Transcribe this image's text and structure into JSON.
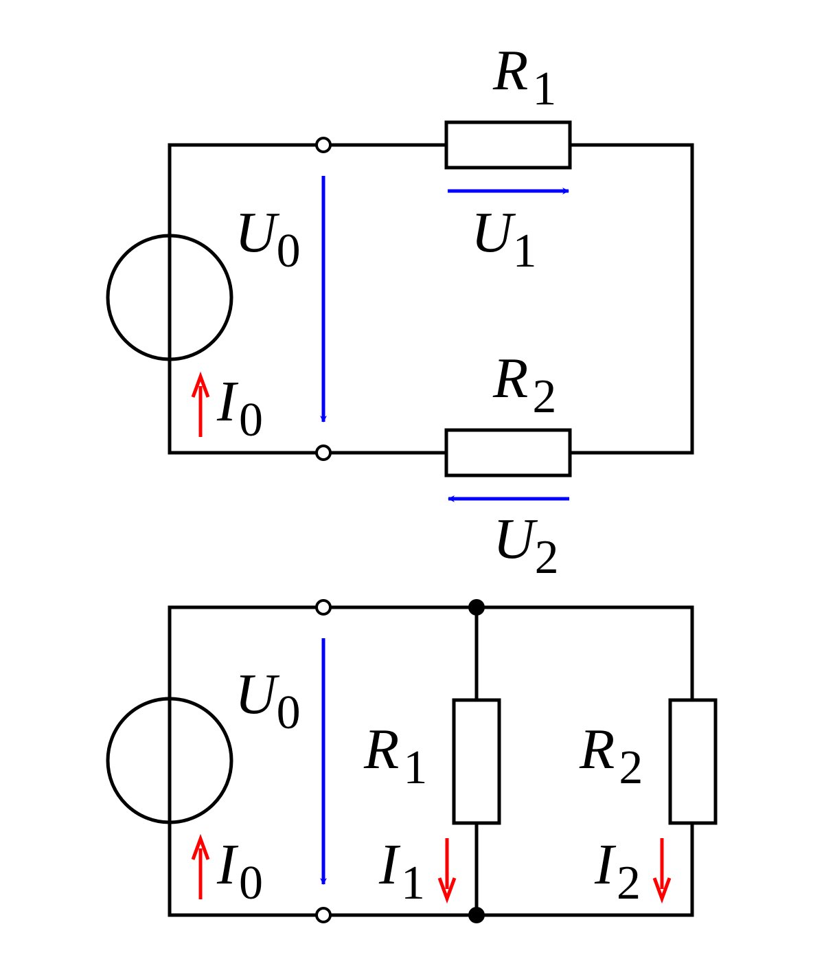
{
  "colors": {
    "wire": "#000000",
    "voltage_arrow": "#0000ff",
    "current_arrow": "#ff0000",
    "background": "#ffffff"
  },
  "series_circuit": {
    "source_voltage": {
      "symbol": "U",
      "sub": "0"
    },
    "source_current": {
      "symbol": "I",
      "sub": "0"
    },
    "resistor_1": {
      "symbol": "R",
      "sub": "1"
    },
    "resistor_2": {
      "symbol": "R",
      "sub": "2"
    },
    "voltage_1": {
      "symbol": "U",
      "sub": "1"
    },
    "voltage_2": {
      "symbol": "U",
      "sub": "2"
    }
  },
  "parallel_circuit": {
    "source_voltage": {
      "symbol": "U",
      "sub": "0"
    },
    "source_current": {
      "symbol": "I",
      "sub": "0"
    },
    "resistor_1": {
      "symbol": "R",
      "sub": "1"
    },
    "resistor_2": {
      "symbol": "R",
      "sub": "2"
    },
    "current_1": {
      "symbol": "I",
      "sub": "1"
    },
    "current_2": {
      "symbol": "I",
      "sub": "2"
    }
  }
}
